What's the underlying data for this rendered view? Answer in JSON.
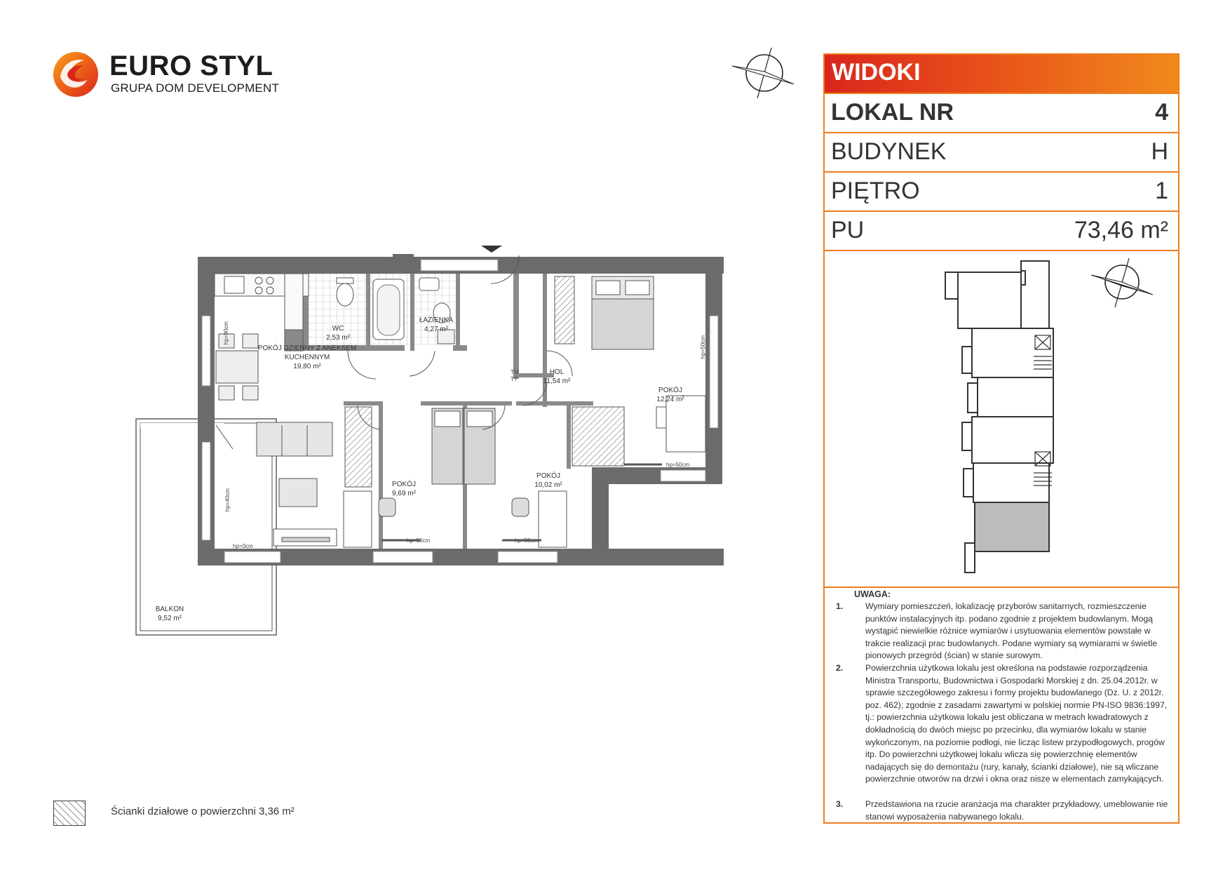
{
  "brand": {
    "name": "EURO STYL",
    "subtitle": "GRUPA DOM DEVELOPMENT",
    "colors": {
      "red": "#d9261c",
      "orange": "#f08a1c",
      "dark": "#1d1d1b"
    }
  },
  "plan": {
    "rooms": [
      {
        "name": "POKÓJ DZIENNY Z ANEKSEM",
        "name2": "KUCHENNYM",
        "area": "19,80 m²"
      },
      {
        "name": "WC",
        "area": "2,53 m²"
      },
      {
        "name": "ŁAZIENKA",
        "area": "4,27 m²"
      },
      {
        "name": "HOL",
        "area": "11,54 m²"
      },
      {
        "name": "POKÓJ",
        "area": "12,24 m²"
      },
      {
        "name": "POKÓJ",
        "area": "9,69 m²"
      },
      {
        "name": "POKÓJ",
        "area": "10,02 m²"
      },
      {
        "name": "BALKON",
        "area": "9,52 m²"
      }
    ],
    "annotations": {
      "hp_0": "hp=0cm",
      "hp_50": "hp=50cm",
      "hp_40": "hp=40cm",
      "hp_90": "hp=90cm",
      "tm": "TM",
      "tt": "TT"
    }
  },
  "legend": {
    "text": "Ścianki działowe o powierzchni 3,36 m²"
  },
  "panel": {
    "header": "WIDOKI",
    "rows": [
      {
        "label": "LOKAL NR",
        "value": "4"
      },
      {
        "label": "BUDYNEK",
        "value": "H"
      },
      {
        "label": "PIĘTRO",
        "value": "1"
      },
      {
        "label": "PU",
        "value": "73,46 m²"
      }
    ],
    "notes_title": "UWAGA:",
    "notes": [
      {
        "num": "1.",
        "text": "Wymiary pomieszczeń, lokalizację przyborów sanitarnych, rozmieszczenie punktów instalacyjnych itp. podano zgodnie z projektem budowlanym. Mogą wystąpić niewielkie różnice wymiarów i usytuowania elementów powstałe w trakcie realizacji prac budowlanych. Podane wymiary są wymiarami w świetle pionowych przegród (ścian) w stanie surowym."
      },
      {
        "num": "2.",
        "text": "Powierzchnia użytkowa lokalu jest określona na podstawie rozporządzenia Ministra Transportu, Budownictwa i Gospodarki Morskiej z dn. 25.04.2012r. w sprawie szczegółowego zakresu i formy projektu budowlanego (Dz. U. z 2012r. poz. 462); zgodnie z zasadami zawartymi w polskiej normie PN-ISO 9836:1997, tj.: powierzchnia użytkowa lokalu jest obliczana w metrach kwadratowych z dokładnością do dwóch miejsc po przecinku, dla wymiarów lokalu w stanie wykończonym, na poziomie podłogi, nie licząc listew przypodłogowych, progów itp. Do powierzchni użytkowej lokalu wlicza się powierzchnię elementów nadających się do demontażu (rury, kanały, ścianki działowe), nie są wliczane powierzchnie otworów na drzwi i okna oraz nisze w elementach zamykających."
      },
      {
        "num": "3.",
        "text": "Przedstawiona na rzucie aranżacja ma charakter przykładowy, umeblowanie nie stanowi wyposażenia nabywanego lokalu."
      }
    ]
  }
}
